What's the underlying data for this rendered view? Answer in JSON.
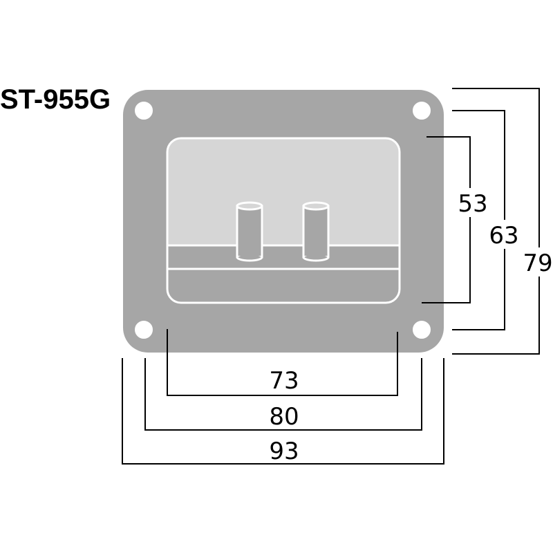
{
  "title": "ST-955G",
  "dimensions": {
    "height_inner": "53",
    "height_mid": "63",
    "height_outer": "79",
    "width_inner": "73",
    "width_mid": "80",
    "width_outer": "93"
  },
  "colors": {
    "plate": "#a6a6a6",
    "recess_upper": "#d6d6d6",
    "outline": "#ffffff",
    "dimension_lines": "#000000"
  }
}
